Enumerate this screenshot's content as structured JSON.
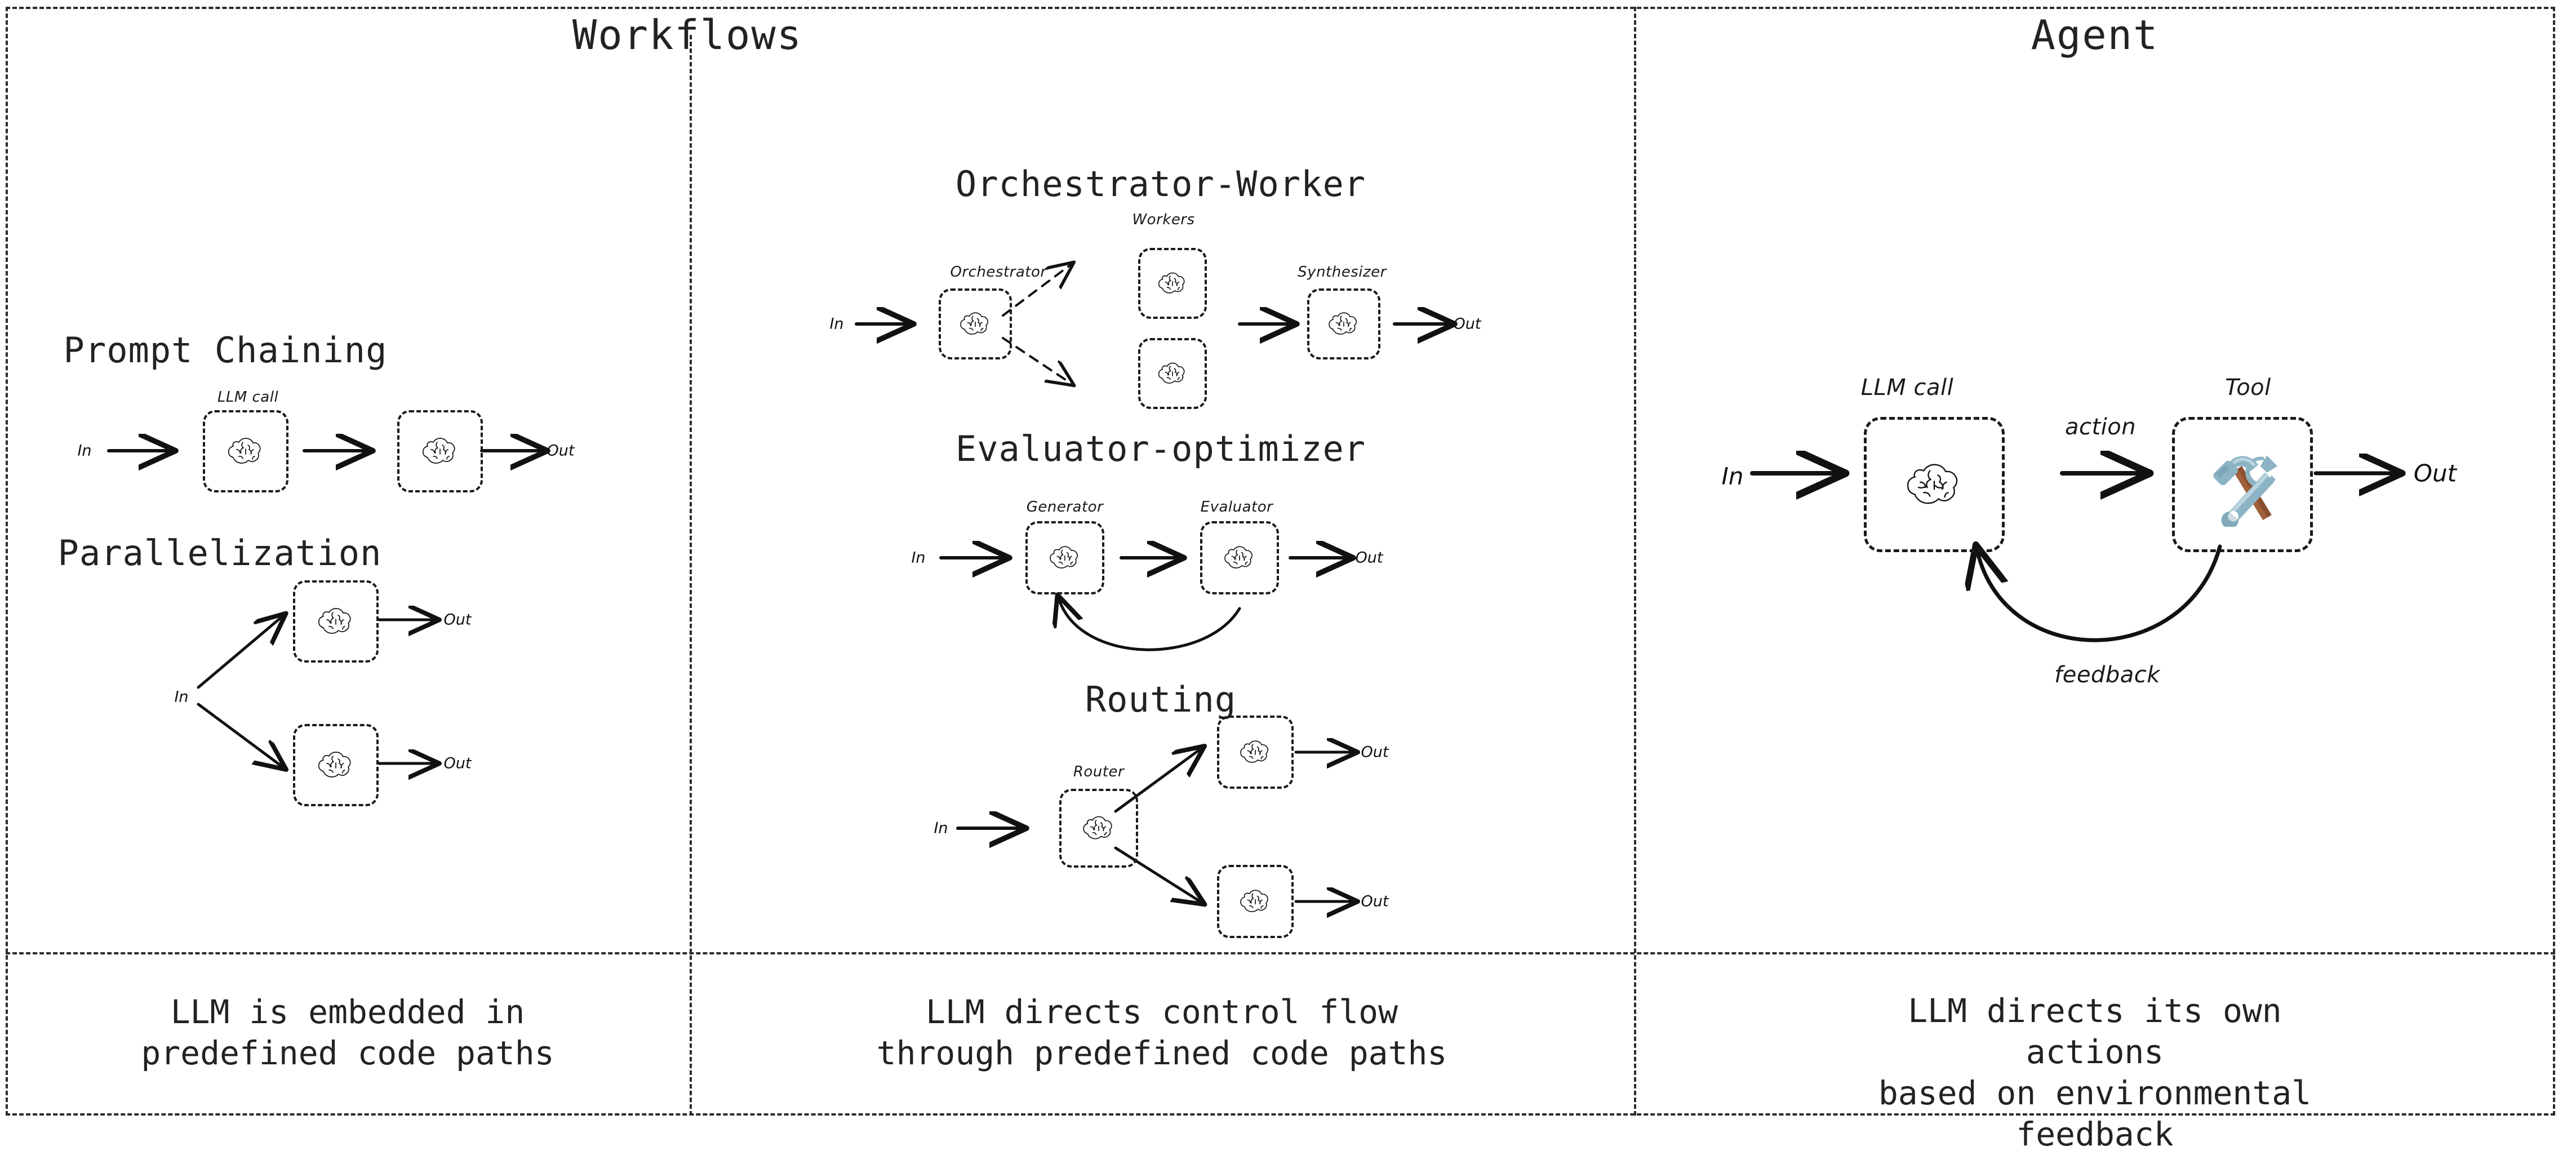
{
  "columns": {
    "workflows_title": "Workflows",
    "agent_title": "Agent"
  },
  "sections": {
    "prompt_chaining": {
      "title": "Prompt Chaining",
      "node_label": "LLM call",
      "in_label": "In",
      "out_label": "Out",
      "node_icon": "brain-icon",
      "node_count": 2
    },
    "parallelization": {
      "title": "Parallelization",
      "in_label": "In",
      "out_label_top": "Out",
      "out_label_bottom": "Out",
      "node_icon": "brain-icon",
      "node_count": 2
    },
    "orchestrator_worker": {
      "title": "Orchestrator-Worker",
      "orchestrator_label": "Orchestrator",
      "workers_label": "Workers",
      "synthesizer_label": "Synthesizer",
      "in_label": "In",
      "out_label": "Out",
      "node_icon": "brain-icon",
      "node_count": 4
    },
    "evaluator_optimizer": {
      "title": "Evaluator-optimizer",
      "generator_label": "Generator",
      "evaluator_label": "Evaluator",
      "in_label": "In",
      "out_label": "Out",
      "node_icon": "brain-icon",
      "node_count": 2
    },
    "routing": {
      "title": "Routing",
      "router_label": "Router",
      "in_label": "In",
      "out_label_top": "Out",
      "out_label_bottom": "Out",
      "node_icon": "brain-icon",
      "node_count": 3
    },
    "agent": {
      "llm_call_label": "LLM call",
      "tool_label": "Tool",
      "action_label": "action",
      "feedback_label": "feedback",
      "in_label": "In",
      "out_label": "Out",
      "llm_icon": "brain-icon",
      "tool_icon": "hammer-and-wrench-icon"
    }
  },
  "captions": {
    "workflows_left": "LLM is embedded in\npredefined code paths",
    "workflows_right": "LLM directs control flow\nthrough predefined code paths",
    "agent": "LLM directs its own actions\nbased on environmental feedback"
  },
  "colors": {
    "ink": "#1a1a1a",
    "tool_metal": "#8CB4C4",
    "tool_metal_dark": "#6E9AAD",
    "tool_handle": "#A0603A"
  }
}
